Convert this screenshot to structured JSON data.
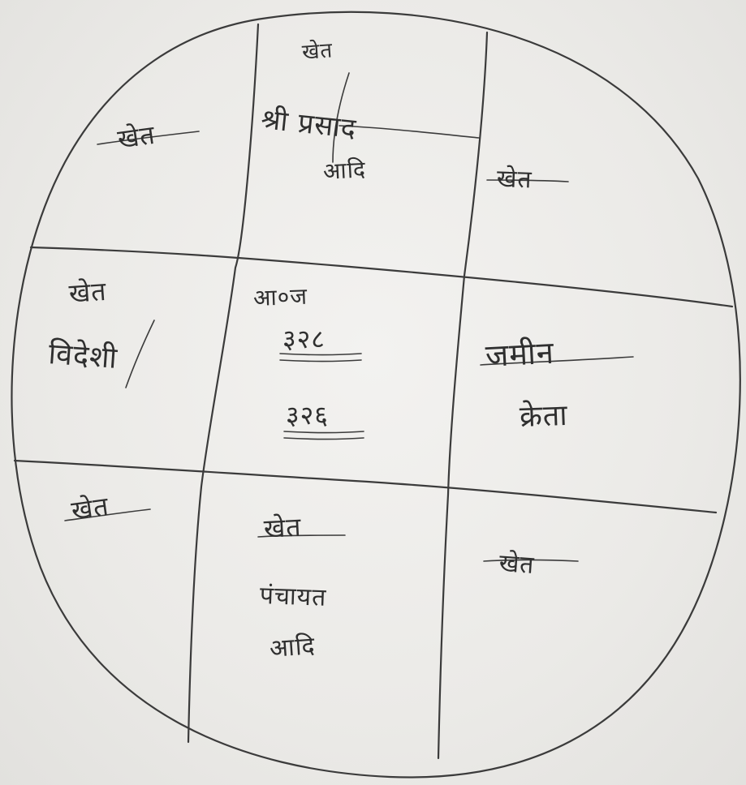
{
  "cells": {
    "top_left": "खेत",
    "top_center_line1": "खेत",
    "top_center_line2": "श्री प्रसाद",
    "top_center_line3": "आदि",
    "top_right": "खेत",
    "mid_left_line1": "खेत",
    "mid_left_line2": "विदेशी",
    "mid_center_line1": "आ०ज",
    "mid_center_line2": "३२८",
    "mid_center_line3": "३२६",
    "mid_right_line1": "जमीन",
    "mid_right_line2": "क्रेता",
    "bottom_left": "खेत",
    "bottom_center_line1": "खेत",
    "bottom_center_line2": "पंचायत",
    "bottom_center_line3": "आदि",
    "bottom_right": "खेत"
  },
  "ink_color": "#3b3b3b"
}
